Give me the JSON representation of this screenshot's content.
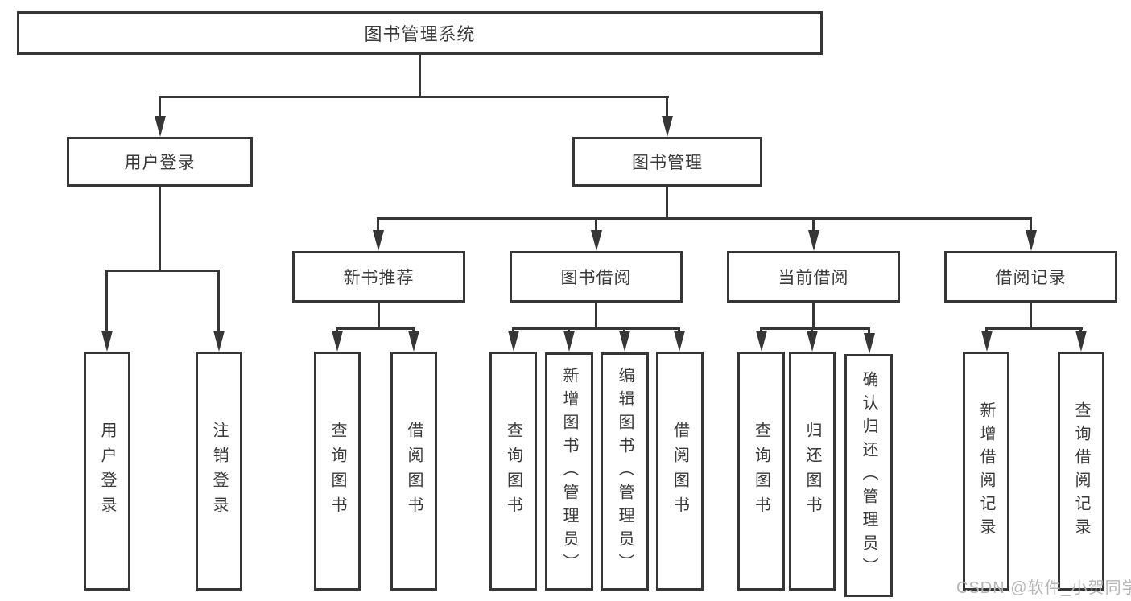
{
  "diagram": {
    "title": "图书管理系统",
    "colors": {
      "line": "#363636",
      "text": "#3a3a3a",
      "background": "#ffffff",
      "watermark": "#b5b5b5"
    },
    "nodes": {
      "root": {
        "label": "图书管理系统"
      },
      "user_login": {
        "label": "用户登录"
      },
      "book_mgmt": {
        "label": "图书管理"
      },
      "new_book_rec": {
        "label": "新书推荐"
      },
      "book_borrow": {
        "label": "图书借阅"
      },
      "current_borrow": {
        "label": "当前借阅"
      },
      "borrow_records": {
        "label": "借阅记录"
      },
      "leaf_user_login": {
        "label": "用户登录"
      },
      "leaf_logout": {
        "label": "注销登录"
      },
      "leaf_nb_query": {
        "label": "查询图书"
      },
      "leaf_nb_borrow": {
        "label": "借阅图书"
      },
      "leaf_bb_query": {
        "label": "查询图书"
      },
      "leaf_bb_add": {
        "label": "新增图书（管理员）"
      },
      "leaf_bb_edit": {
        "label": "编辑图书（管理员）"
      },
      "leaf_bb_borrow": {
        "label": "借阅图书"
      },
      "leaf_cb_query": {
        "label": "查询图书"
      },
      "leaf_cb_return": {
        "label": "归还图书"
      },
      "leaf_cb_confirm": {
        "label": "确认归还（管理员）"
      },
      "leaf_br_add": {
        "label": "新增借阅记录"
      },
      "leaf_br_query": {
        "label": "查询借阅记录"
      }
    },
    "watermark": "CSDN @软件_小贺同学"
  }
}
